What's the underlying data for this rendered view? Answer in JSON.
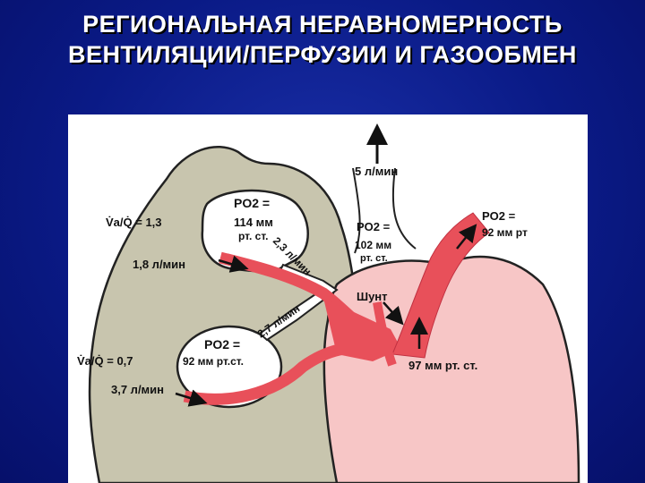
{
  "slide": {
    "title_line1": "РЕГИОНАЛЬНАЯ НЕРАВНОМЕРНОСТЬ",
    "title_line2": "ВЕНТИЛЯЦИИ/ПЕРФУЗИИ И ГАЗООБМЕН"
  },
  "diagram": {
    "total_ventilation": "5 л/мин",
    "upper_alveolus_po2_label": "PO2 =",
    "upper_alveolus_po2_value": "114 мм",
    "upper_alveolus_po2_unit": "рт. ст.",
    "upper_vq_ratio": "V̇a/Q̇ = 1,3",
    "upper_blood_flow": "1,8 л/мин",
    "upper_ventilation_flow": "2,3 л/мин",
    "lower_alveolus_po2_label": "PO2 =",
    "lower_alveolus_po2_value": "92 мм рт.ст.",
    "lower_vq_ratio": "V̇a/Q̇ = 0,7",
    "lower_blood_flow": "3,7 л/мин",
    "lower_ventilation_flow": "2,7 л/мин",
    "mixed_alveolar_po2_label": "PO2 =",
    "mixed_alveolar_po2_value": "102 мм",
    "mixed_alveolar_po2_unit": "рт. ст.",
    "shunt_label": "Шунт",
    "arterial_po2_label": "PO2 =",
    "arterial_po2_value": "92 мм рт",
    "mixed_blood_po2": "97 мм рт. ст."
  },
  "colors": {
    "background": "#0a1a86",
    "lung_tissue": "#c8c5ae",
    "heart": "#f7c6c6",
    "vessel": "#e8505a",
    "title_text": "#ffffff"
  }
}
